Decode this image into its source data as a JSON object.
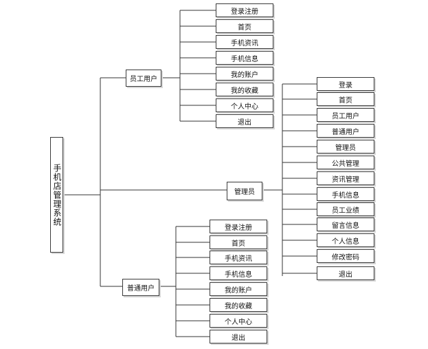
{
  "root": {
    "label": "手机店管理系统"
  },
  "branches": {
    "staff": {
      "label": "员工用户",
      "items": [
        "登录注册",
        "首页",
        "手机资讯",
        "手机信息",
        "我的账户",
        "我的收藏",
        "个人中心",
        "退出"
      ]
    },
    "admin": {
      "label": "管理员",
      "items": [
        "登录",
        "首页",
        "员工用户",
        "普通用户",
        "管理员",
        "公共管理",
        "资讯管理",
        "手机信息",
        "员工业绩",
        "留言信息",
        "个人信息",
        "修改密码",
        "退出"
      ]
    },
    "normal": {
      "label": "普通用户",
      "items": [
        "登录注册",
        "首页",
        "手机资讯",
        "手机信息",
        "我的账户",
        "我的收藏",
        "个人中心",
        "退出"
      ]
    }
  }
}
